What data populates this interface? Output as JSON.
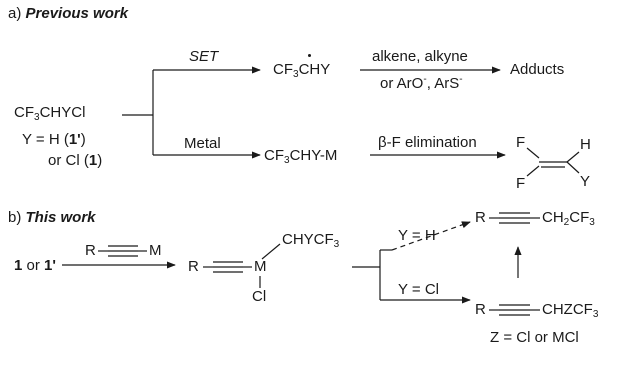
{
  "section_a": {
    "label": "a)",
    "title": "Previous work"
  },
  "section_b": {
    "label": "b)",
    "title": "This work"
  },
  "part_a": {
    "substrate": {
      "main": "CF",
      "sub": "3",
      "rest": "CHYCl"
    },
    "y_line1": {
      "pre": "Y = H (",
      "bold": "1'",
      "post": ")"
    },
    "y_line2": {
      "pre": "or Cl (",
      "bold": "1",
      "post": ")"
    },
    "set_label": "SET",
    "radical": {
      "main": "CF",
      "sub": "3",
      "rest": "CHY"
    },
    "reagents_top": "alkene, alkyne",
    "reagents_bottom": {
      "t1": "or ArO",
      "s1": "-",
      "t2": ", ArS",
      "s2": "-"
    },
    "adducts": "Adducts",
    "metal_label": "Metal",
    "organometal": {
      "main": "CF",
      "sub": "3",
      "rest": "CHY-M"
    },
    "elimination": "β-F elimination",
    "alkene": {
      "f_top": "F",
      "f_bottom": "F",
      "h": "H",
      "y": "Y"
    }
  },
  "part_b": {
    "start": {
      "bold1": "1",
      "mid": " or ",
      "bold2": "1'"
    },
    "reagent": {
      "r": "R",
      "m": "M"
    },
    "intermediate": {
      "r": "R",
      "m": "M",
      "cl": "Cl",
      "chy": "CHYCF",
      "sub": "3"
    },
    "y_h": "Y = H",
    "y_cl": "Y = Cl",
    "product1": {
      "r": "R",
      "ch": "CH",
      "s1": "2",
      "cf": "CF",
      "s2": "3"
    },
    "product2": {
      "r": "R",
      "chz": "CHZCF",
      "s": "3"
    },
    "z_note": "Z = Cl or MCl"
  }
}
